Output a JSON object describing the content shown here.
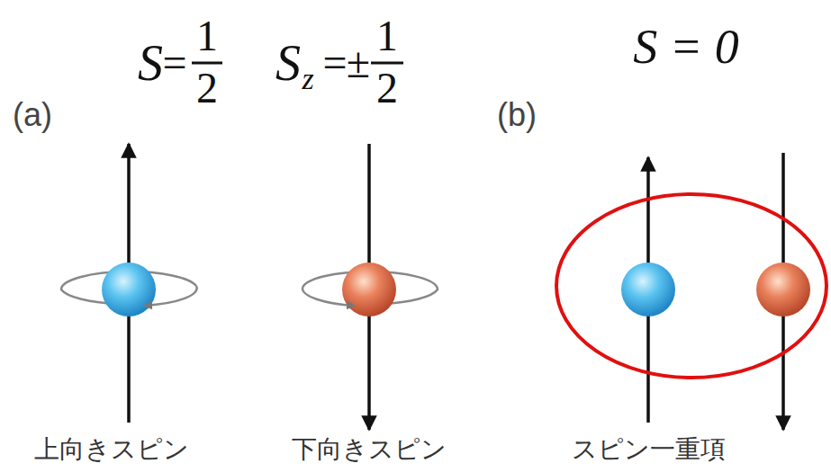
{
  "diagram": {
    "labels": [
      "S",
      "=",
      "1",
      "2",
      "S",
      "z",
      "=",
      "±",
      "1",
      "2",
      "S = 0",
      "(a)",
      "(b)",
      "上向きスピン",
      "下向きスピン",
      "スピン一重項"
    ]
  }
}
